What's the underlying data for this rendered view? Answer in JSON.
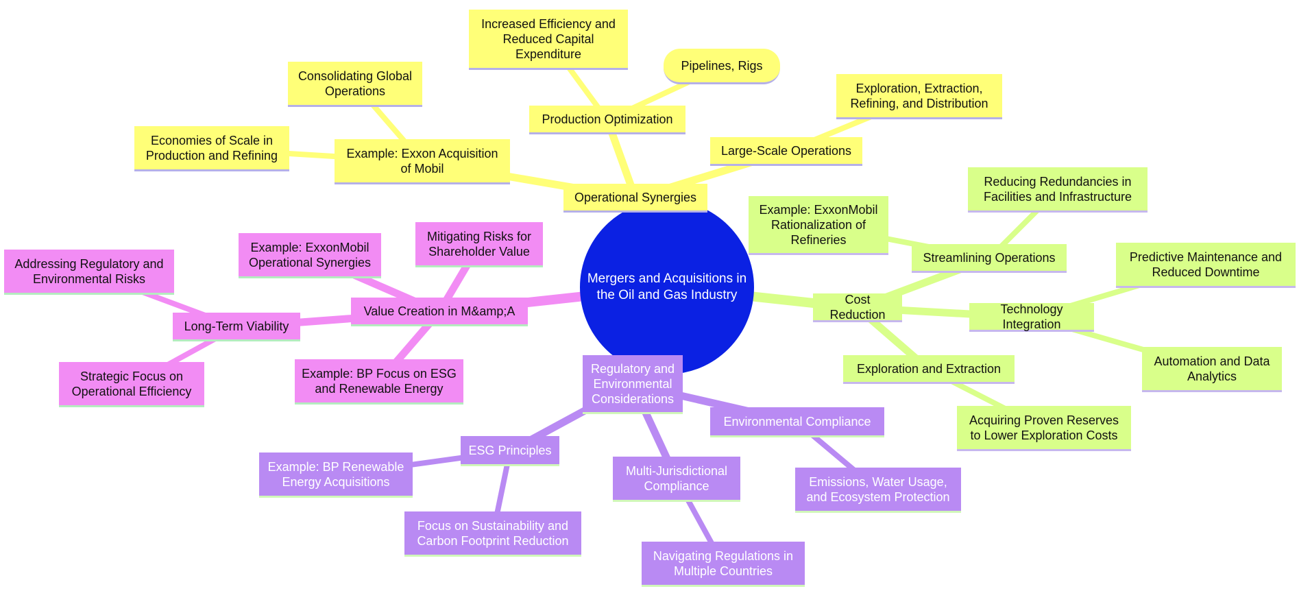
{
  "colors": {
    "center": "#0b21e3",
    "center_text": "#ffffff",
    "operational": "#ffff78",
    "cost": "#d9ff8a",
    "value": "#f28cf4",
    "regulatory": "#b98af3",
    "border_yellow": "#b5b0e8",
    "border_green": "#c6b7ee",
    "border_pink": "#b4ecbf",
    "border_purple": "#d0f7b8",
    "text_dark": "#111111",
    "text_light": "#ffffff"
  },
  "root": {
    "label": "Mergers and Acquisitions in the Oil and Gas Industry"
  },
  "branches": [
    {
      "label": "Operational Synergies",
      "children": [
        {
          "label": "Example: Exxon Acquisition of Mobil",
          "children": [
            {
              "label": "Consolidating Global Operations"
            },
            {
              "label": "Economies of Scale in Production and Refining"
            }
          ]
        },
        {
          "label": "Production Optimization",
          "children": [
            {
              "label": "Increased Efficiency and Reduced Capital Expenditure"
            },
            {
              "label": "Pipelines, Rigs"
            }
          ]
        },
        {
          "label": "Large-Scale Operations",
          "children": [
            {
              "label": "Exploration, Extraction, Refining, and Distribution"
            }
          ]
        }
      ]
    },
    {
      "label": "Cost Reduction",
      "children": [
        {
          "label": "Streamlining Operations",
          "children": [
            {
              "label": "Reducing Redundancies in Facilities and Infrastructure"
            },
            {
              "label": "Example: ExxonMobil Rationalization of Refineries"
            }
          ]
        },
        {
          "label": "Technology Integration",
          "children": [
            {
              "label": "Predictive Maintenance and Reduced Downtime"
            },
            {
              "label": "Automation and Data Analytics"
            }
          ]
        },
        {
          "label": "Exploration and Extraction",
          "children": [
            {
              "label": "Acquiring Proven Reserves to Lower Exploration Costs"
            }
          ]
        }
      ]
    },
    {
      "label": "Value Creation in M&amp;A",
      "children": [
        {
          "label": "Long-Term Viability",
          "children": [
            {
              "label": "Addressing Regulatory and Environmental Risks"
            },
            {
              "label": "Strategic Focus on Operational Efficiency"
            }
          ]
        },
        {
          "label": "Example: ExxonMobil Operational Synergies"
        },
        {
          "label": "Mitigating Risks for Shareholder Value"
        },
        {
          "label": "Example: BP Focus on ESG and Renewable Energy"
        }
      ]
    },
    {
      "label": "Regulatory and Environmental Considerations",
      "children": [
        {
          "label": "ESG Principles",
          "children": [
            {
              "label": "Example: BP Renewable Energy Acquisitions"
            },
            {
              "label": "Focus on Sustainability and Carbon Footprint Reduction"
            }
          ]
        },
        {
          "label": "Multi-Jurisdictional Compliance",
          "children": [
            {
              "label": "Navigating Regulations in Multiple Countries"
            }
          ]
        },
        {
          "label": "Environmental Compliance",
          "children": [
            {
              "label": "Emissions, Water Usage, and Ecosystem Protection"
            }
          ]
        }
      ]
    }
  ]
}
